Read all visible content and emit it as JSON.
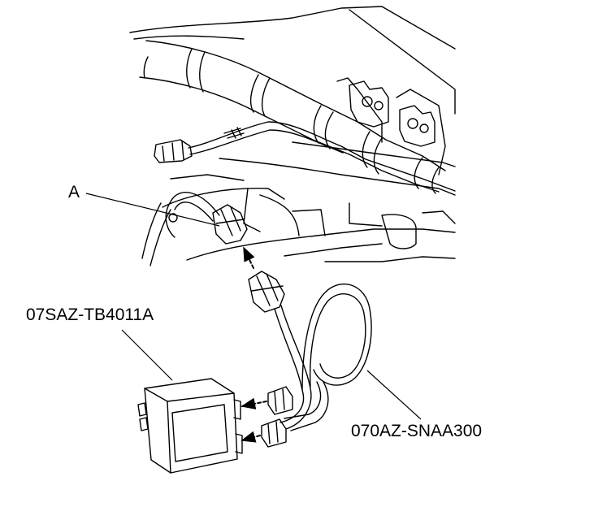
{
  "diagram": {
    "labels": {
      "connector_a": "A",
      "control_box_part": "07SAZ-TB4011A",
      "harness_part": "070AZ-SNAA300"
    },
    "colors": {
      "line": "#000000",
      "background": "#ffffff"
    }
  }
}
